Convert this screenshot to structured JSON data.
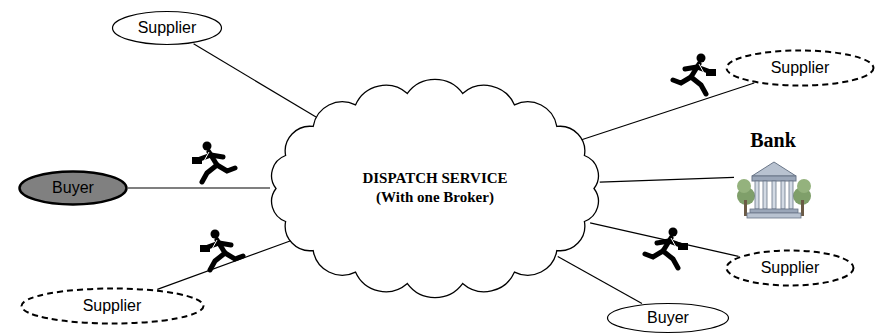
{
  "diagram": {
    "nodes": [
      {
        "text": [
          "Supplier"
        ]
      },
      {
        "text": [
          "Supplier"
        ]
      },
      {
        "text": [
          "Buyer"
        ]
      },
      {
        "text": [
          "DISPATCH SERVICE",
          "(With one Broker)"
        ]
      },
      {
        "text": [
          "Bank"
        ]
      },
      {
        "text": [
          "Supplier"
        ]
      },
      {
        "text": [
          "Supplier"
        ]
      },
      {
        "text": [
          "Buyer"
        ]
      }
    ],
    "edges": [
      {
        "from": 0,
        "to": 3,
        "arrow": "none"
      },
      {
        "from": 1,
        "to": 3,
        "arrow": "none"
      },
      {
        "from": 2,
        "to": 3,
        "arrow": "none"
      },
      {
        "from": 4,
        "to": 3,
        "arrow": "none"
      },
      {
        "from": 5,
        "to": 3,
        "arrow": "none"
      },
      {
        "from": 6,
        "to": 3,
        "arrow": "none"
      },
      {
        "from": 7,
        "to": 3,
        "arrow": "none"
      }
    ]
  }
}
